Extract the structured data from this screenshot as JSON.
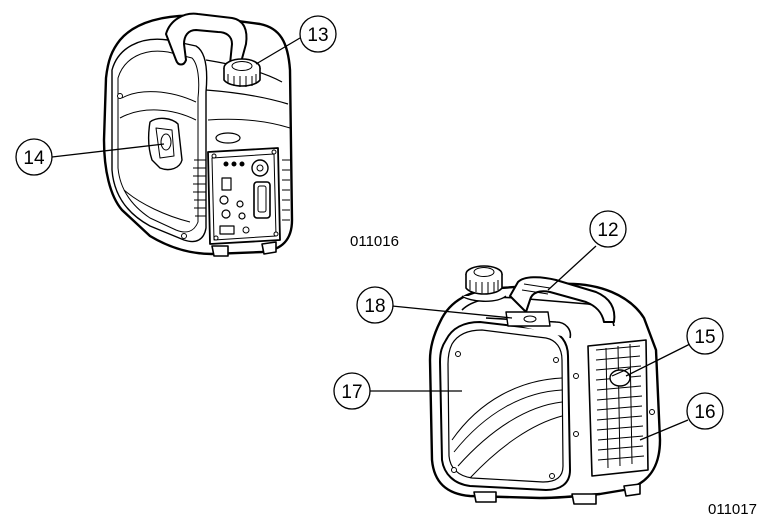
{
  "figures": [
    {
      "id": "011016",
      "callouts": [
        "13",
        "14"
      ]
    },
    {
      "id": "011017",
      "callouts": [
        "12",
        "18",
        "15",
        "17",
        "16"
      ]
    }
  ]
}
